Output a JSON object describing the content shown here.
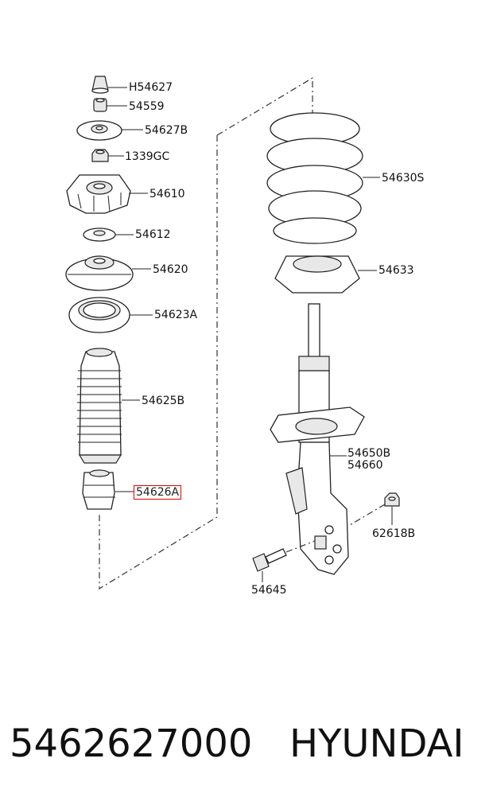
{
  "parts": [
    {
      "id": "bumper-cap",
      "label": "H54627",
      "highlighted": false
    },
    {
      "id": "nut",
      "label": "54559",
      "highlighted": false
    },
    {
      "id": "washer-cap",
      "label": "54627B",
      "highlighted": false
    },
    {
      "id": "nut-flange",
      "label": "1339GC",
      "highlighted": false
    },
    {
      "id": "insulator-mount",
      "label": "54610",
      "highlighted": false
    },
    {
      "id": "bearing",
      "label": "54612",
      "highlighted": false
    },
    {
      "id": "upper-seat",
      "label": "54620",
      "highlighted": false
    },
    {
      "id": "spring-pad",
      "label": "54623A",
      "highlighted": false
    },
    {
      "id": "dust-cover",
      "label": "54625B",
      "highlighted": false
    },
    {
      "id": "bump-stopper",
      "label": "54626A",
      "highlighted": true
    },
    {
      "id": "coil-spring",
      "label": "54630S",
      "highlighted": false
    },
    {
      "id": "lower-spring-pad",
      "label": "54633",
      "highlighted": false
    },
    {
      "id": "strut-assembly-left",
      "label": "54650B",
      "highlighted": false
    },
    {
      "id": "strut-assembly-right",
      "label": "54660",
      "highlighted": false
    },
    {
      "id": "flange-nut",
      "label": "62618B",
      "highlighted": false
    },
    {
      "id": "bolt",
      "label": "54645",
      "highlighted": false
    }
  ],
  "footer": {
    "part_number": "5462627000",
    "brand": "HYUNDAI"
  },
  "colors": {
    "highlight": "#e00000",
    "line": "#222222"
  }
}
